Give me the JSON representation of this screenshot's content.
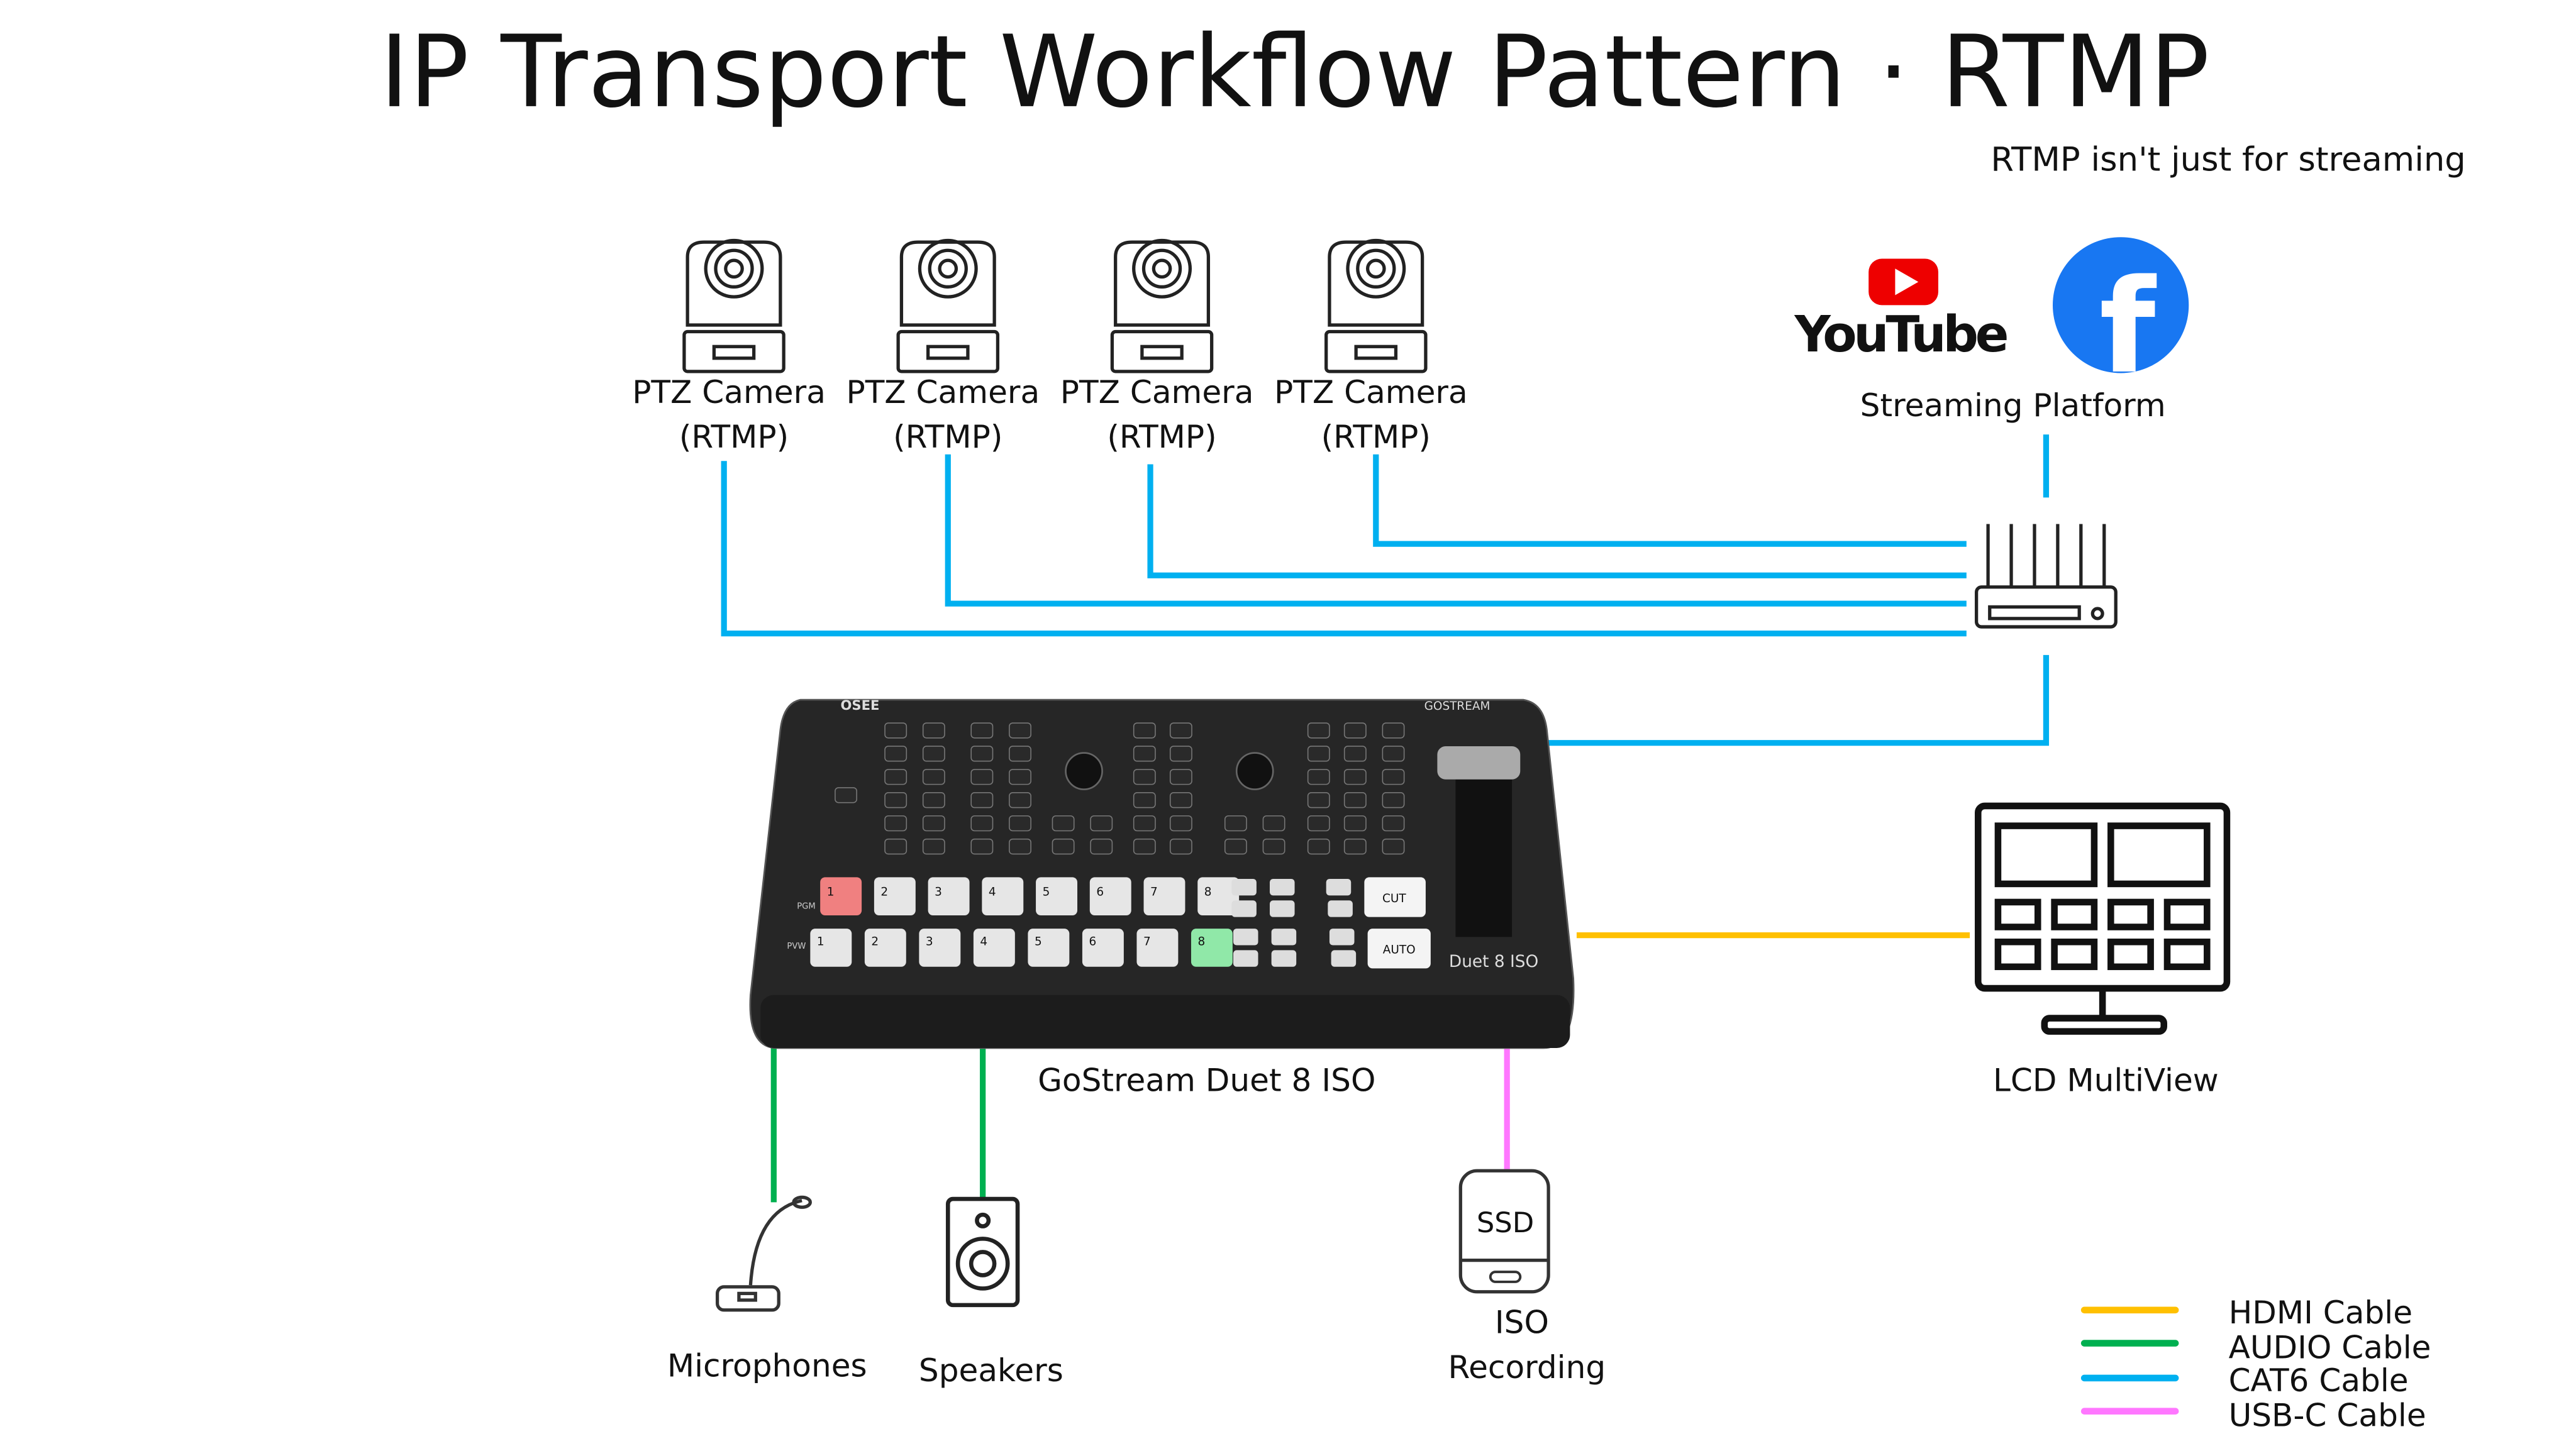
{
  "title": "IP Transport Workflow Pattern · RTMP",
  "subtitle": "RTMP isn't just for streaming",
  "cameras": [
    {
      "line1": "PTZ Camera",
      "line2": "(RTMP)"
    },
    {
      "line1": "PTZ Camera",
      "line2": "(RTMP)"
    },
    {
      "line1": "PTZ Camera",
      "line2": "(RTMP)"
    },
    {
      "line1": "PTZ Camera",
      "line2": "(RTMP)"
    }
  ],
  "streaming": {
    "label": "Streaming Platform",
    "youtube_logo": "YouTube",
    "facebook_logo": "f"
  },
  "switcher": {
    "label": "GoStream Duet 8 ISO",
    "brand_logo": "GOSTREAM",
    "model_logo": "Duet 8 ISO",
    "badge_logo": "OSEE",
    "pgm_label": "PGM",
    "pvw_label": "PVW",
    "cut_label": "CUT",
    "auto_label": "AUTO",
    "keys": [
      "1",
      "2",
      "3",
      "4",
      "5",
      "6",
      "7",
      "8"
    ]
  },
  "multiview": {
    "label": "LCD MultiView"
  },
  "microphones": {
    "label": "Microphones"
  },
  "speakers": {
    "label": "Speakers"
  },
  "ssd": {
    "icon_text": "SSD",
    "line1": "ISO",
    "line2": "Recording"
  },
  "legend": [
    {
      "label": "HDMI Cable",
      "color": "#ffc000"
    },
    {
      "label": "AUDIO Cable",
      "color": "#00b050"
    },
    {
      "label": "CAT6 Cable",
      "color": "#00b0f0"
    },
    {
      "label": "USB-C Cable",
      "color": "#ff77ff"
    }
  ],
  "colors": {
    "hdmi": "#ffc000",
    "audio": "#00b050",
    "cat6": "#00b0f0",
    "usbc": "#ff77ff",
    "pgm_active": "#f08080",
    "pvw_active": "#90e8a8"
  }
}
